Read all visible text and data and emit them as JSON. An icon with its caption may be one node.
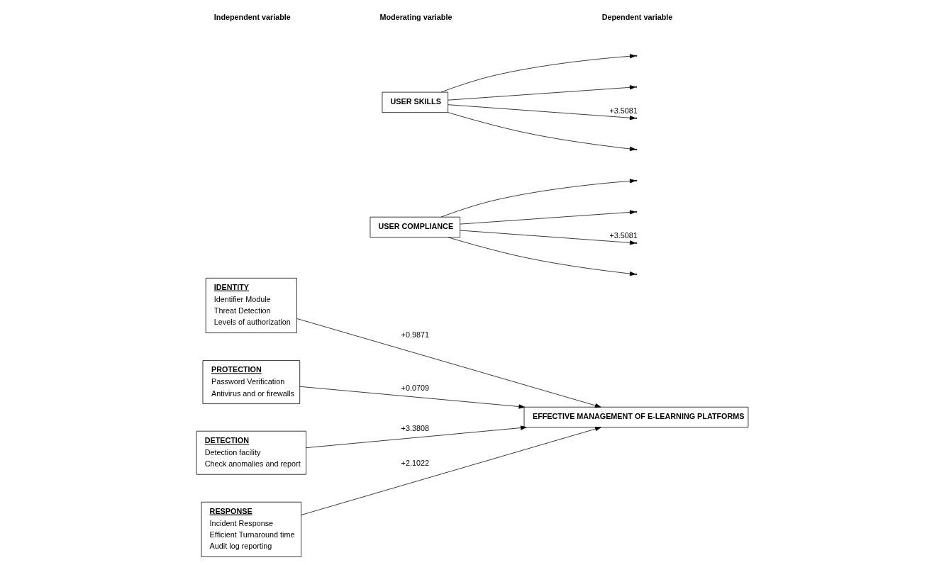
{
  "diagram": {
    "nodes": [
      {
        "text": [
          "IDENTITY",
          "Identifier Module",
          "Threat Detection",
          "Levels of authorization"
        ]
      },
      {
        "text": [
          "PROTECTION",
          "Password Verification",
          "Antivirus and or firewalls"
        ]
      },
      {
        "text": [
          "DETECTION",
          "Detection facility",
          "Check anomalies and report"
        ]
      },
      {
        "text": [
          "RESPONSE",
          "Incident Response",
          "Efficient Turnaround time",
          "Audit log reporting"
        ]
      },
      {
        "text": [
          "EFFECTIVE MANAGEMENT OF E-LEARNING PLATFORMS"
        ]
      },
      {
        "text": [
          "USER COMPLIANCE"
        ]
      },
      {
        "text": [
          "USER SKILLS"
        ]
      }
    ],
    "edges": [
      {
        "from": 0,
        "to": 4,
        "arrow": "to",
        "label": "+0.9871"
      },
      {
        "from": 1,
        "to": 4,
        "arrow": "to",
        "label": "+0.0709"
      },
      {
        "from": 2,
        "to": 4,
        "arrow": "to",
        "label": "+3.3808"
      },
      {
        "from": 3,
        "to": 4,
        "arrow": "to",
        "label": "+2.1022"
      },
      {
        "from": 5,
        "to": null,
        "arrow": "to"
      },
      {
        "from": 5,
        "to": null,
        "arrow": "to"
      },
      {
        "from": 5,
        "to": null,
        "arrow": "to",
        "label": "+3.5081"
      },
      {
        "from": 5,
        "to": null,
        "arrow": "to"
      },
      {
        "from": 6,
        "to": null,
        "arrow": "to"
      },
      {
        "from": 6,
        "to": null,
        "arrow": "to"
      },
      {
        "from": 6,
        "to": null,
        "arrow": "to",
        "label": "+3.5081"
      },
      {
        "from": 6,
        "to": null,
        "arrow": "to"
      }
    ],
    "labels": [
      "Independent variable",
      "Moderating variable",
      "Dependent variable"
    ]
  }
}
